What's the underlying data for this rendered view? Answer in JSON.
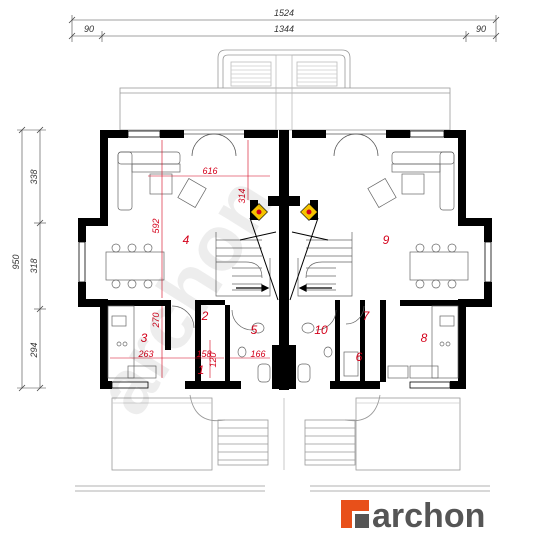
{
  "dimensions": {
    "top_total": "1524",
    "top_left": "90",
    "top_middle": "1344",
    "top_right": "90",
    "side_total": "950",
    "side_upper": "338",
    "side_middle": "318",
    "side_lower": "294"
  },
  "rooms": [
    "1",
    "2",
    "3",
    "4",
    "5",
    "6",
    "7",
    "8",
    "9",
    "10"
  ],
  "room_dims": {
    "d616": "616",
    "d314": "314",
    "d592": "592",
    "d270": "270",
    "d263": "263",
    "d158": "158",
    "d166": "166",
    "d120": "120"
  },
  "watermark": "archon",
  "logo": "archon",
  "colors": {
    "wall": "#000000",
    "dimension_red": "#d4001a",
    "logo_orange": "#e8501a",
    "logo_gray": "#555555",
    "terrace": "#bbbbbb"
  }
}
